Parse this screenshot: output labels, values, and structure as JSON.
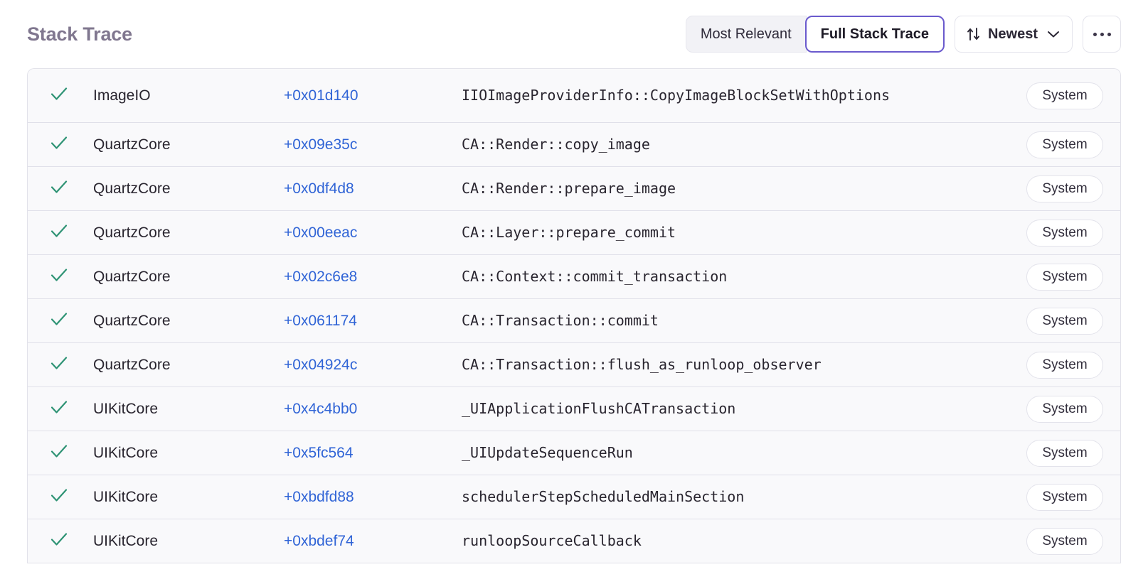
{
  "header": {
    "title": "Stack Trace",
    "segmented": {
      "options": [
        {
          "label": "Most Relevant",
          "active": false
        },
        {
          "label": "Full Stack Trace",
          "active": true
        }
      ]
    },
    "sort": {
      "icon": "sort-arrows-icon",
      "label": "Newest",
      "chevron": "⌄"
    },
    "more": {
      "label": "···"
    }
  },
  "colors": {
    "accent": "#6a5acd",
    "link": "#3064d6",
    "check": "#2e9374",
    "title": "#80778f",
    "row_bg": "#f9f9fb",
    "divider": "#e0e0e9"
  },
  "table": {
    "columns": [
      "status",
      "module",
      "offset",
      "symbol",
      "tag"
    ],
    "rows": [
      {
        "status": "✓",
        "module": "ImageIO",
        "offset": "+0x01d140",
        "symbol": "IIOImageProviderInfo::CopyImageBlockSetWithOptions",
        "tag": "System"
      },
      {
        "status": "✓",
        "module": "QuartzCore",
        "offset": "+0x09e35c",
        "symbol": "CA::Render::copy_image",
        "tag": "System"
      },
      {
        "status": "✓",
        "module": "QuartzCore",
        "offset": "+0x0df4d8",
        "symbol": "CA::Render::prepare_image",
        "tag": "System"
      },
      {
        "status": "✓",
        "module": "QuartzCore",
        "offset": "+0x00eeac",
        "symbol": "CA::Layer::prepare_commit",
        "tag": "System"
      },
      {
        "status": "✓",
        "module": "QuartzCore",
        "offset": "+0x02c6e8",
        "symbol": "CA::Context::commit_transaction",
        "tag": "System"
      },
      {
        "status": "✓",
        "module": "QuartzCore",
        "offset": "+0x061174",
        "symbol": "CA::Transaction::commit",
        "tag": "System"
      },
      {
        "status": "✓",
        "module": "QuartzCore",
        "offset": "+0x04924c",
        "symbol": "CA::Transaction::flush_as_runloop_observer",
        "tag": "System"
      },
      {
        "status": "✓",
        "module": "UIKitCore",
        "offset": "+0x4c4bb0",
        "symbol": "_UIApplicationFlushCATransaction",
        "tag": "System"
      },
      {
        "status": "✓",
        "module": "UIKitCore",
        "offset": "+0x5fc564",
        "symbol": "_UIUpdateSequenceRun",
        "tag": "System"
      },
      {
        "status": "✓",
        "module": "UIKitCore",
        "offset": "+0xbdfd88",
        "symbol": "schedulerStepScheduledMainSection",
        "tag": "System"
      },
      {
        "status": "✓",
        "module": "UIKitCore",
        "offset": "+0xbdef74",
        "symbol": "runloopSourceCallback",
        "tag": "System"
      }
    ]
  }
}
